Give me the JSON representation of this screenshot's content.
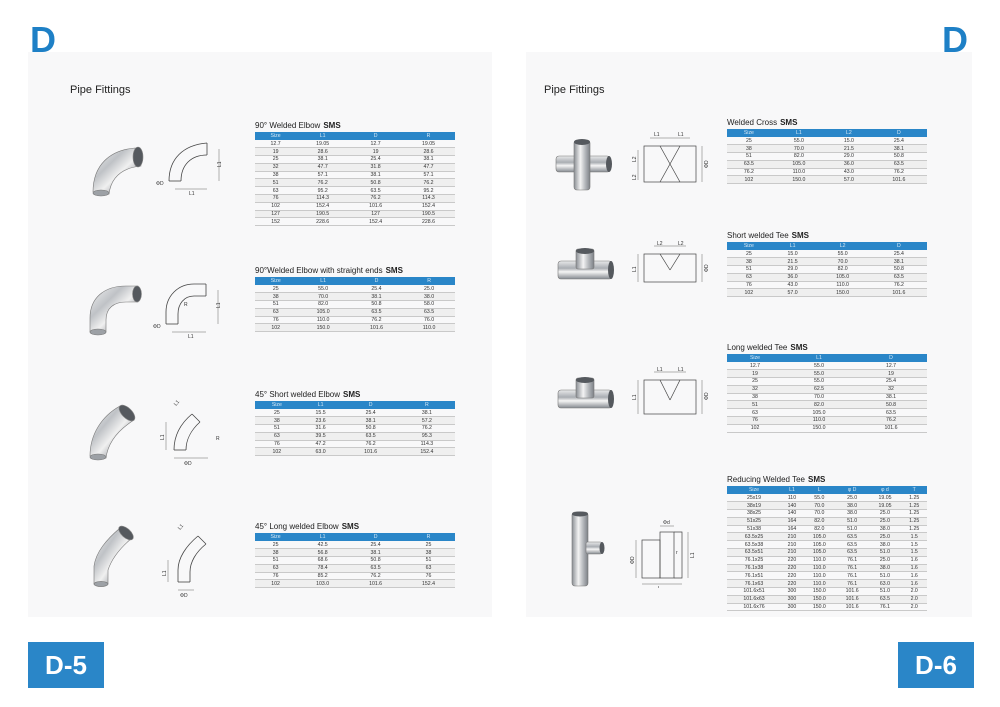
{
  "left_page": {
    "corner_letter": "D",
    "section_title": "Pipe Fittings",
    "page_label": "D-5",
    "products": [
      {
        "title": "90° Welded Elbow",
        "standard": "SMS",
        "headers": [
          "Size",
          "L1",
          "D",
          "R"
        ],
        "rows": [
          [
            "12.7",
            "19.05",
            "12.7",
            "19.05"
          ],
          [
            "19",
            "28.6",
            "19",
            "28.6"
          ],
          [
            "25",
            "38.1",
            "25.4",
            "38.1"
          ],
          [
            "32",
            "47.7",
            "31.8",
            "47.7"
          ],
          [
            "38",
            "57.1",
            "38.1",
            "57.1"
          ],
          [
            "51",
            "76.2",
            "50.8",
            "76.2"
          ],
          [
            "63",
            "95.2",
            "63.5",
            "95.2"
          ],
          [
            "76",
            "114.3",
            "76.2",
            "114.3"
          ],
          [
            "102",
            "152.4",
            "101.6",
            "152.4"
          ],
          [
            "127",
            "190.5",
            "127",
            "190.5"
          ],
          [
            "152",
            "228.6",
            "152.4",
            "228.6"
          ]
        ],
        "drawing_labels": [
          "L1",
          "L1",
          "ΦD"
        ]
      },
      {
        "title": "90°Welded Elbow with straight ends",
        "standard": "SMS",
        "headers": [
          "Size",
          "L1",
          "D",
          "R"
        ],
        "rows": [
          [
            "25",
            "55.0",
            "25.4",
            "25.0"
          ],
          [
            "38",
            "70.0",
            "38.1",
            "38.0"
          ],
          [
            "51",
            "82.0",
            "50.8",
            "58.0"
          ],
          [
            "63",
            "105.0",
            "63.5",
            "63.5"
          ],
          [
            "76",
            "110.0",
            "76.2",
            "76.0"
          ],
          [
            "102",
            "150.0",
            "101.6",
            "110.0"
          ]
        ],
        "drawing_labels": [
          "L1",
          "L1",
          "ΦD",
          "R"
        ]
      },
      {
        "title": "45° Short welded Elbow",
        "standard": "SMS",
        "headers": [
          "Size",
          "L1",
          "D",
          "R"
        ],
        "rows": [
          [
            "25",
            "15.5",
            "25.4",
            "38.1"
          ],
          [
            "38",
            "23.6",
            "38.1",
            "57.2"
          ],
          [
            "51",
            "31.6",
            "50.8",
            "76.2"
          ],
          [
            "63",
            "39.5",
            "63.5",
            "95.3"
          ],
          [
            "76",
            "47.2",
            "76.2",
            "114.3"
          ],
          [
            "102",
            "63.0",
            "101.6",
            "152.4"
          ]
        ],
        "drawing_labels": [
          "L1",
          "L1",
          "ΦD",
          "R"
        ]
      },
      {
        "title": "45° Long welded Elbow",
        "standard": "SMS",
        "headers": [
          "Size",
          "L1",
          "D",
          "R"
        ],
        "rows": [
          [
            "25",
            "42.5",
            "25.4",
            "25"
          ],
          [
            "38",
            "56.8",
            "38.1",
            "38"
          ],
          [
            "51",
            "68.6",
            "50.8",
            "51"
          ],
          [
            "63",
            "78.4",
            "63.5",
            "63"
          ],
          [
            "76",
            "85.2",
            "76.2",
            "76"
          ],
          [
            "102",
            "103.0",
            "101.6",
            "152.4"
          ]
        ],
        "drawing_labels": [
          "L1",
          "L1",
          "ΦD"
        ]
      }
    ]
  },
  "right_page": {
    "corner_letter": "D",
    "section_title": "Pipe Fittings",
    "page_label": "D-6",
    "products": [
      {
        "title": "Welded Cross",
        "standard": "SMS",
        "headers": [
          "Size",
          "L1",
          "L2",
          "D"
        ],
        "rows": [
          [
            "25",
            "55.0",
            "15.0",
            "25.4"
          ],
          [
            "38",
            "70.0",
            "21.5",
            "38.1"
          ],
          [
            "51",
            "82.0",
            "29.0",
            "50.8"
          ],
          [
            "63.5",
            "105.0",
            "36.0",
            "63.5"
          ],
          [
            "76.2",
            "110.0",
            "43.0",
            "76.2"
          ],
          [
            "102",
            "150.0",
            "57.0",
            "101.6"
          ]
        ],
        "drawing_labels": [
          "L1",
          "L1",
          "L2",
          "L2",
          "ΦD"
        ]
      },
      {
        "title": "Short welded Tee",
        "standard": "SMS",
        "headers": [
          "Size",
          "L1",
          "L2",
          "D"
        ],
        "rows": [
          [
            "25",
            "15.0",
            "55.0",
            "25.4"
          ],
          [
            "38",
            "21.5",
            "70.0",
            "38.1"
          ],
          [
            "51",
            "29.0",
            "82.0",
            "50.8"
          ],
          [
            "63",
            "36.0",
            "105.0",
            "63.5"
          ],
          [
            "76",
            "43.0",
            "110.0",
            "76.2"
          ],
          [
            "102",
            "57.0",
            "150.0",
            "101.6"
          ]
        ],
        "drawing_labels": [
          "L2",
          "L2",
          "L1",
          "ΦD"
        ]
      },
      {
        "title": "Long welded Tee",
        "standard": "SMS",
        "headers": [
          "Size",
          "L1",
          "D"
        ],
        "rows": [
          [
            "12.7",
            "55.0",
            "12.7"
          ],
          [
            "19",
            "55.0",
            "19"
          ],
          [
            "25",
            "55.0",
            "25.4"
          ],
          [
            "32",
            "62.5",
            "32"
          ],
          [
            "38",
            "70.0",
            "38.1"
          ],
          [
            "51",
            "82.0",
            "50.8"
          ],
          [
            "63",
            "105.0",
            "63.5"
          ],
          [
            "76",
            "110.0",
            "76.2"
          ],
          [
            "102",
            "150.0",
            "101.6"
          ]
        ],
        "drawing_labels": [
          "L1",
          "L1",
          "L1",
          "ΦD"
        ]
      },
      {
        "title": "Reducing Welded Tee",
        "standard": "SMS",
        "headers": [
          "Size",
          "L1",
          "L",
          "φ D",
          "φ d",
          "T"
        ],
        "rows": [
          [
            "25x19",
            "110",
            "55.0",
            "25.0",
            "19.05",
            "1.25"
          ],
          [
            "38x19",
            "140",
            "70.0",
            "38.0",
            "19.05",
            "1.25"
          ],
          [
            "38x25",
            "140",
            "70.0",
            "38.0",
            "25.0",
            "1.25"
          ],
          [
            "51x25",
            "164",
            "82.0",
            "51.0",
            "25.0",
            "1.25"
          ],
          [
            "51x38",
            "164",
            "82.0",
            "51.0",
            "38.0",
            "1.25"
          ],
          [
            "63.5x25",
            "210",
            "105.0",
            "63.5",
            "25.0",
            "1.5"
          ],
          [
            "63.5x38",
            "210",
            "105.0",
            "63.5",
            "38.0",
            "1.5"
          ],
          [
            "63.5x51",
            "210",
            "105.0",
            "63.5",
            "51.0",
            "1.5"
          ],
          [
            "76.1x25",
            "220",
            "110.0",
            "76.1",
            "25.0",
            "1.6"
          ],
          [
            "76.1x38",
            "220",
            "110.0",
            "76.1",
            "38.0",
            "1.6"
          ],
          [
            "76.1x51",
            "220",
            "110.0",
            "76.1",
            "51.0",
            "1.6"
          ],
          [
            "76.1x63",
            "220",
            "110.0",
            "76.1",
            "63.0",
            "1.6"
          ],
          [
            "101.6x51",
            "300",
            "150.0",
            "101.6",
            "51.0",
            "2.0"
          ],
          [
            "101.6x63",
            "300",
            "150.0",
            "101.6",
            "63.5",
            "2.0"
          ],
          [
            "101.6x76",
            "300",
            "150.0",
            "101.6",
            "76.1",
            "2.0"
          ]
        ],
        "drawing_labels": [
          "Φd",
          "L1",
          "L",
          "ΦD",
          "r"
        ]
      }
    ]
  }
}
